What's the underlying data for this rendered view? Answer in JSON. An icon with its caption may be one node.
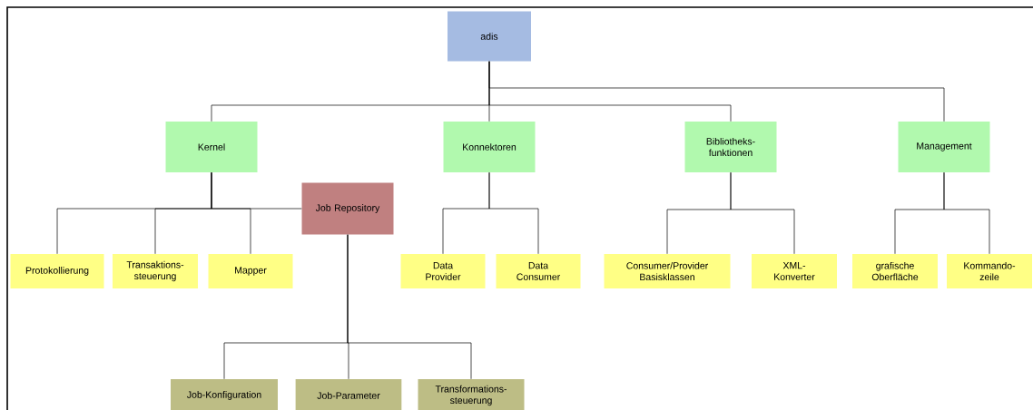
{
  "diagram": {
    "nodes": [
      {
        "text": [
          "adis"
        ]
      },
      {
        "text": [
          "Kernel"
        ]
      },
      {
        "text": [
          "Konnektoren"
        ]
      },
      {
        "text": [
          "Bibliotheks- funktionen"
        ]
      },
      {
        "text": [
          "Management"
        ]
      },
      {
        "text": [
          "Job Repository"
        ]
      },
      {
        "text": [
          "Protokollierung"
        ]
      },
      {
        "text": [
          "Transaktions- steuerung"
        ]
      },
      {
        "text": [
          "Mapper"
        ]
      },
      {
        "text": [
          "Data Provider"
        ]
      },
      {
        "text": [
          "Data Consumer"
        ]
      },
      {
        "text": [
          "Consumer/Provider Basisklassen"
        ]
      },
      {
        "text": [
          "XML- Konverter"
        ]
      },
      {
        "text": [
          "grafische Oberfläche"
        ]
      },
      {
        "text": [
          "Kommando- zeile"
        ]
      },
      {
        "text": [
          "Job-Konfiguration"
        ]
      },
      {
        "text": [
          "Job-Parameter"
        ]
      },
      {
        "text": [
          "Transformations- steuerung"
        ]
      }
    ],
    "edges": [
      {
        "from": 0,
        "to": 1,
        "arrow": "none"
      },
      {
        "from": 0,
        "to": 2,
        "arrow": "none"
      },
      {
        "from": 0,
        "to": 3,
        "arrow": "none"
      },
      {
        "from": 0,
        "to": 4,
        "arrow": "none"
      },
      {
        "from": 1,
        "to": 6,
        "arrow": "none"
      },
      {
        "from": 1,
        "to": 7,
        "arrow": "none"
      },
      {
        "from": 1,
        "to": 8,
        "arrow": "none"
      },
      {
        "from": 1,
        "to": 5,
        "arrow": "none"
      },
      {
        "from": 2,
        "to": 9,
        "arrow": "none"
      },
      {
        "from": 2,
        "to": 10,
        "arrow": "none"
      },
      {
        "from": 3,
        "to": 11,
        "arrow": "none"
      },
      {
        "from": 3,
        "to": 12,
        "arrow": "none"
      },
      {
        "from": 4,
        "to": 13,
        "arrow": "none"
      },
      {
        "from": 4,
        "to": 14,
        "arrow": "none"
      },
      {
        "from": 5,
        "to": 15,
        "arrow": "none"
      },
      {
        "from": 5,
        "to": 16,
        "arrow": "none"
      },
      {
        "from": 5,
        "to": 17,
        "arrow": "none"
      }
    ]
  }
}
